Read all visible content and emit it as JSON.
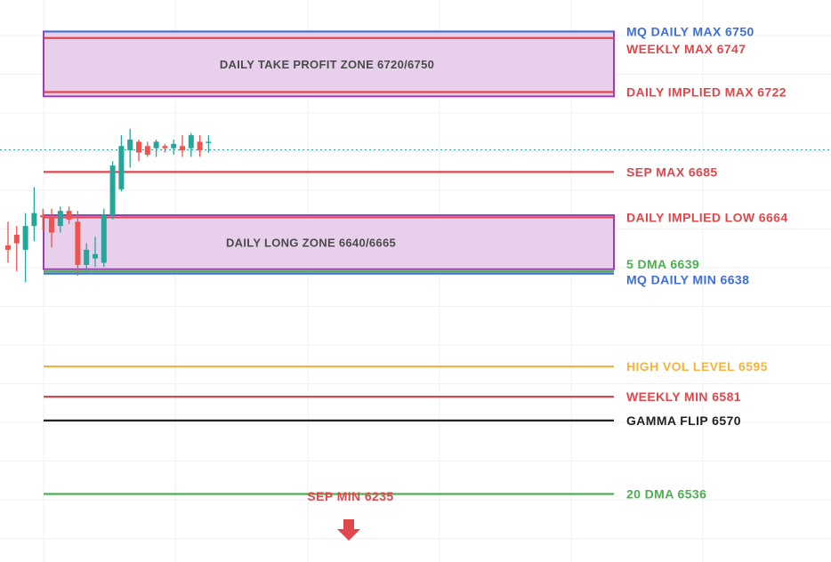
{
  "chart_data": {
    "type": "candlestick",
    "ylim": [
      6522,
      6768
    ],
    "grid": true,
    "zones": [
      {
        "label": "DAILY TAKE PROFIT ZONE 6720/6750",
        "low": 6720,
        "high": 6750,
        "fill": "#e8d0ec",
        "stroke": "#9b3fb0"
      },
      {
        "label": "DAILY LONG ZONE 6640/6665",
        "low": 6640,
        "high": 6665,
        "fill": "#e8d0ec",
        "stroke": "#9b3fb0"
      }
    ],
    "levels": [
      {
        "label": "MQ DAILY MAX 6750",
        "value": 6750,
        "color": "#3f6fd8"
      },
      {
        "label": "WEEKLY MAX 6747",
        "value": 6747,
        "color": "#e0474c"
      },
      {
        "label": "DAILY IMPLIED MAX 6722",
        "value": 6722,
        "color": "#e0474c"
      },
      {
        "label": "SEP MAX 6685",
        "value": 6685,
        "color": "#e0474c"
      },
      {
        "label": "DAILY IMPLIED LOW 6664",
        "value": 6664,
        "color": "#e0474c"
      },
      {
        "label": "5 DMA 6639",
        "value": 6639,
        "color": "#4caf50"
      },
      {
        "label": "MQ DAILY MIN 6638",
        "value": 6638,
        "color": "#3f6fd8"
      },
      {
        "label": "HIGH VOL LEVEL 6595",
        "value": 6595,
        "color": "#f5b342"
      },
      {
        "label": "WEEKLY MIN 6581",
        "value": 6581,
        "color": "#e0474c"
      },
      {
        "label": "GAMMA FLIP 6570",
        "value": 6570,
        "color": "#222222"
      },
      {
        "label": "20 DMA 6536",
        "value": 6536,
        "color": "#4caf50"
      }
    ],
    "annotations": [
      {
        "text": "SEP MIN 6235",
        "color": "#e0474c"
      }
    ],
    "last_price": 6694,
    "candles": [
      {
        "o": 6651,
        "h": 6662,
        "l": 6643,
        "c": 6649
      },
      {
        "o": 6656,
        "h": 6660,
        "l": 6639,
        "c": 6652
      },
      {
        "o": 6649,
        "h": 6666,
        "l": 6634,
        "c": 6660
      },
      {
        "o": 6660,
        "h": 6678,
        "l": 6653,
        "c": 6666
      },
      {
        "o": 6665,
        "h": 6668,
        "l": 6658,
        "c": 6664
      },
      {
        "o": 6664,
        "h": 6668,
        "l": 6650,
        "c": 6657
      },
      {
        "o": 6660,
        "h": 6669,
        "l": 6657,
        "c": 6667
      },
      {
        "o": 6667,
        "h": 6669,
        "l": 6661,
        "c": 6663
      },
      {
        "o": 6662,
        "h": 6667,
        "l": 6637,
        "c": 6642
      },
      {
        "o": 6642,
        "h": 6652,
        "l": 6639,
        "c": 6649
      },
      {
        "o": 6645,
        "h": 6655,
        "l": 6641,
        "c": 6647
      },
      {
        "o": 6643,
        "h": 6668,
        "l": 6641,
        "c": 6665
      },
      {
        "o": 6665,
        "h": 6690,
        "l": 6663,
        "c": 6688
      },
      {
        "o": 6677,
        "h": 6702,
        "l": 6676,
        "c": 6697
      },
      {
        "o": 6695,
        "h": 6705,
        "l": 6687,
        "c": 6700
      },
      {
        "o": 6699,
        "h": 6700,
        "l": 6690,
        "c": 6694
      },
      {
        "o": 6697,
        "h": 6699,
        "l": 6692,
        "c": 6693
      },
      {
        "o": 6696,
        "h": 6700,
        "l": 6692,
        "c": 6699
      },
      {
        "o": 6697,
        "h": 6698,
        "l": 6694,
        "c": 6696
      },
      {
        "o": 6696,
        "h": 6700,
        "l": 6693,
        "c": 6698
      },
      {
        "o": 6697,
        "h": 6702,
        "l": 6692,
        "c": 6695
      },
      {
        "o": 6696,
        "h": 6703,
        "l": 6692,
        "c": 6702
      },
      {
        "o": 6699,
        "h": 6702,
        "l": 6692,
        "c": 6695
      },
      {
        "o": 6699,
        "h": 6702,
        "l": 6694,
        "c": 6699
      }
    ]
  }
}
